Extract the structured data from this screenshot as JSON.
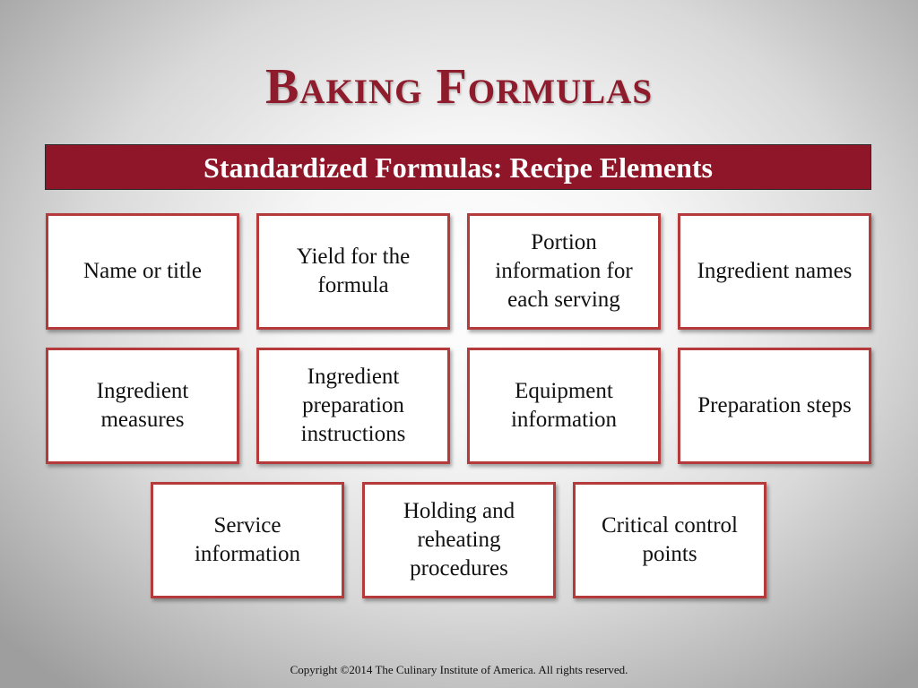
{
  "slide": {
    "title": "Baking Formulas",
    "banner": "Standardized Formulas: Recipe Elements",
    "cards": [
      "Name or title",
      "Yield for the formula",
      "Portion information for each serving",
      "Ingredient names",
      "Ingredient measures",
      "Ingredient preparation instructions",
      "Equipment information",
      "Preparation steps",
      "Service information",
      "Holding and reheating procedures",
      "Critical control points"
    ],
    "footer": "Copyright ©2014 The Culinary Institute of America. All rights reserved."
  },
  "colors": {
    "title": "#8e1c2c",
    "banner_background": "#8e1628",
    "card_border": "#b53a3c"
  }
}
